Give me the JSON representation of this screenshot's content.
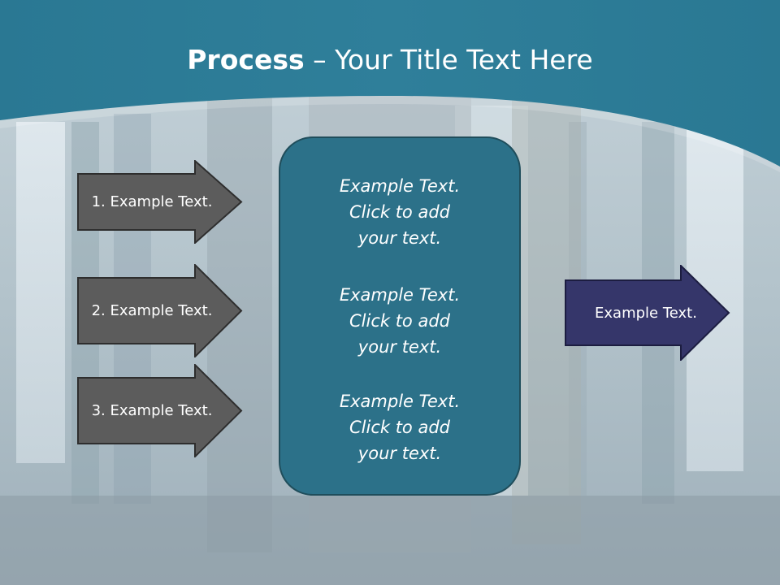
{
  "slide": {
    "title_bold": "Process",
    "title_rest": " – Your Title Text Here",
    "left_arrows": [
      {
        "label": "1. Example Text."
      },
      {
        "label": "2. Example Text."
      },
      {
        "label": "3. Example Text."
      }
    ],
    "center_items": [
      {
        "line1": "Example Text.",
        "line2": "Click  to add",
        "line3": "your text."
      },
      {
        "line1": "Example Text.",
        "line2": "Click  to add",
        "line3": "your text."
      },
      {
        "line1": "Example Text.",
        "line2": "Click  to add",
        "line3": "your text."
      }
    ],
    "right_arrow": {
      "label": "Example Text."
    }
  },
  "colors": {
    "header": "#2a7b96",
    "left_arrow_fill": "#5c5c5c",
    "center_box_fill": "#2c7189",
    "right_arrow_fill": "#35366a"
  }
}
